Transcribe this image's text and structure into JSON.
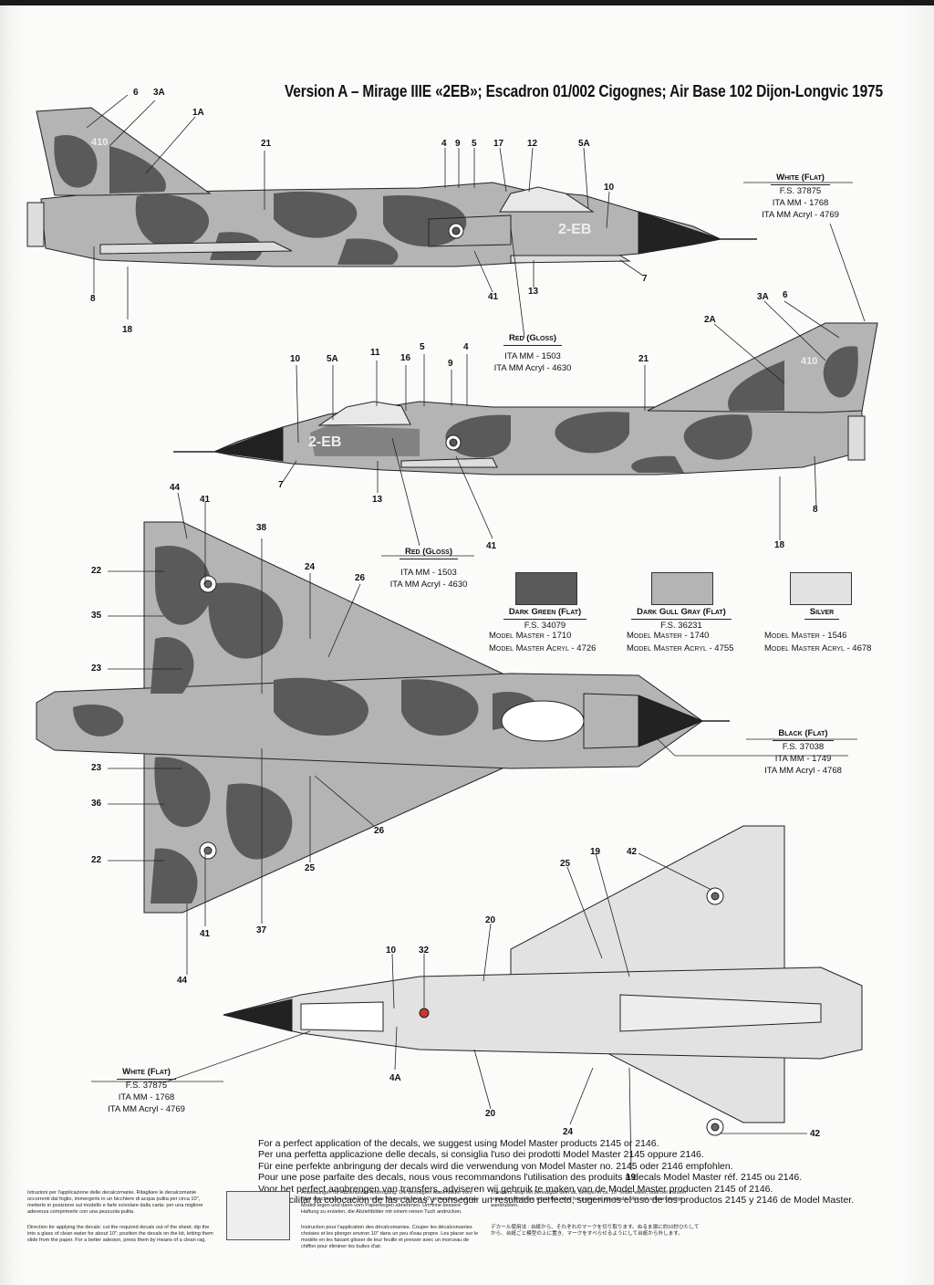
{
  "title": "Version A – Mirage IIIE «2EB»; Escadron 01/002 Cigognes; Air Base 102 Dijon-Longvic 1975",
  "colors": {
    "dark_green": "#5a5a5a",
    "dark_gull_gray": "#b4b4b4",
    "silver": "#e2e2e2",
    "fuselage_base": "#c8c8c8"
  },
  "aircraft_markings": {
    "tail_code": "410",
    "fuselage_code": "2-EB"
  },
  "callouts_side1": [
    "6",
    "3A",
    "1A",
    "21",
    "4",
    "9",
    "5",
    "17",
    "12",
    "5A",
    "10",
    "7",
    "13",
    "41",
    "8",
    "18"
  ],
  "callouts_side2": [
    "3A",
    "6",
    "2A",
    "10",
    "5A",
    "11",
    "16",
    "5",
    "4",
    "9",
    "21",
    "7",
    "13",
    "41",
    "8",
    "18"
  ],
  "callouts_top": [
    "44",
    "41",
    "38",
    "24",
    "26",
    "22",
    "35",
    "23",
    "23",
    "36",
    "26",
    "22",
    "25",
    "41",
    "37",
    "44"
  ],
  "callouts_bottom": [
    "19",
    "42",
    "25",
    "20",
    "10",
    "32",
    "4A",
    "20",
    "24",
    "19",
    "42"
  ],
  "paints": {
    "white_flat": {
      "name": "White (Flat)",
      "fs": "F.S. 37875",
      "ita": "ITA MM - 1768",
      "ita_acryl": "ITA MM Acryl - 4769"
    },
    "red_gloss": {
      "name": "Red (Gloss)",
      "ita": "ITA MM - 1503",
      "ita_acryl": "ITA MM Acryl - 4630"
    },
    "dark_green": {
      "name": "Dark Green (Flat)",
      "fs": "F.S. 34079",
      "mm": "Model Master - 1710",
      "mm_acryl": "Model Master Acryl - 4726"
    },
    "dark_gull_gray": {
      "name": "Dark Gull Gray (Flat)",
      "fs": "F.S. 36231",
      "mm": "Model Master - 1740",
      "mm_acryl": "Model Master Acryl - 4755"
    },
    "silver": {
      "name": "Silver",
      "mm": "Model Master - 1546",
      "mm_acryl": "Model Master Acryl - 4678"
    },
    "black_flat": {
      "name": "Black (Flat)",
      "fs": "F.S. 37038",
      "ita": "ITA MM - 1749",
      "ita_acryl": "ITA MM Acryl - 4768"
    }
  },
  "instructions": [
    "For a perfect application of the decals, we suggest using Model Master products 2145 or 2146.",
    "Per una perfetta applicazione delle decals, si consiglia  l'uso dei prodotti Model Master 2145 oppure 2146.",
    "Für eine perfekte anbringung der decals wird die verwendung von Model Master no. 2145 oder 2146 empfohlen.",
    "Pour une pose parfaite des decals, nous vous recommandons l'utilisation des produits à decals Model Master réf. 2145 ou 2146.",
    "Voor het perfect aanbrengen van transfers, adviseren wij gebruik te maken van de Model Master producten 2145 of 2146.",
    "Para facilitar la colocacion de las calcas y conseguir un resultado perfecto, sugerimos el uso de los productos 2145 y 2146 de Model Master."
  ],
  "fine_print": {
    "it": "Istruzioni per l'applicazione delle decalcomanie. Ritagliare le decalcomanie occorrenti dal foglio, immergerle in un bicchiere di acqua pulita per circa 10\", metterle in posizione sul modello e farle scivolare dalla carta: per una migliore aderenza comprimerle con una pezzuola pulita.",
    "en": "Direction for applying the decals: cut the required decals out of the sheet; dip the into a glass of clean water for about 10\"; position the decals on the kit, letting them slide from the paper. For a better adesion, press them by means of a clean rag.",
    "de": "Anweisungen für Abziehbilder-Anbringung: Die benötigten Abziehbilder vom Blatt abschneiden, in ein Glas reines Wasser für etwa 10\" eintauchen, auf das Modell legen und dann vom Papierbogen abnehmen. Um eine bessere Haftung zu erzielen, die Abziehbilder mit einem reinen Tuch andrücken.",
    "fr": "Instruction pour l'application des décalcomanies. Couper les décalcomanies choisies et les plonger environ 10\" dans un peu d'eau propre. Les placer sur le modèle en les faisant glisser de leur feuille et presser avec un morceau de chiffon pour éliminer les bulles d'air.",
    "nl": "Transfers: knip het benodigde deel uit, dempel et ca. 10\" onder water, oudt het transfer tegen het model en schuif het vanaf het papier op zijn plaats. Met een schoon doekje aandrukken.",
    "jp": "デカール使用法 : 台紙から、それぞれのマークを切り取ります。ぬるま湯に約10秒ひたしてから、台紙ごと模型の上に置き、マークをすべらせるようにして台紙から外します。"
  }
}
